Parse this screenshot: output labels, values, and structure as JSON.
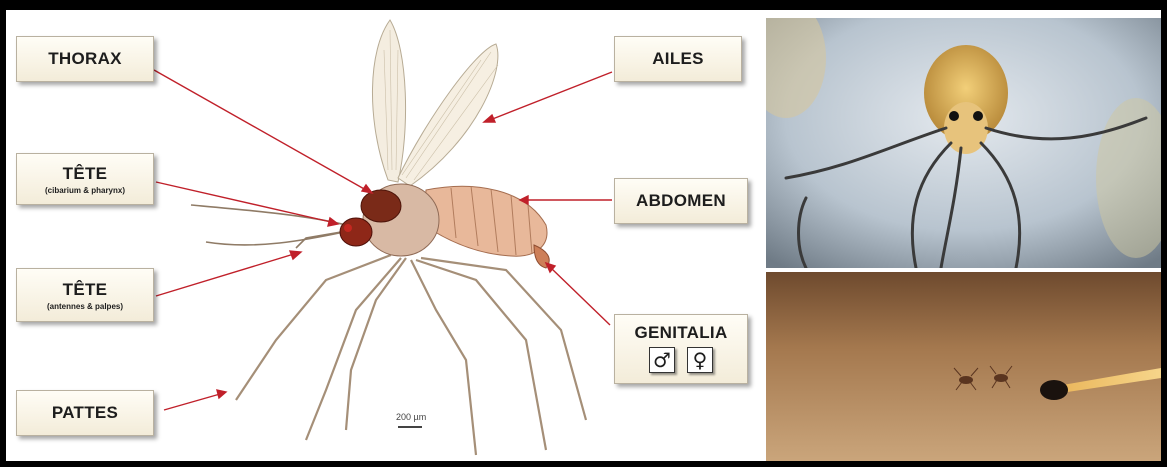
{
  "labels": {
    "thorax": "THORAX",
    "ailes": "AILES",
    "tete1": "TÊTE",
    "tete1_sub": "(cibarium & pharynx)",
    "abdomen": "ABDOMEN",
    "tete2": "TÊTE",
    "tete2_sub": "(antennes & palpes)",
    "genitalia": "GENITALIA",
    "male_symbol": "♂",
    "female_symbol": "♀",
    "pattes": "PATTES"
  },
  "scale_bar": "200 µm",
  "colors": {
    "arrow": "#c0202a",
    "box_bg": "#fbf6e8",
    "frame": "#000000"
  }
}
